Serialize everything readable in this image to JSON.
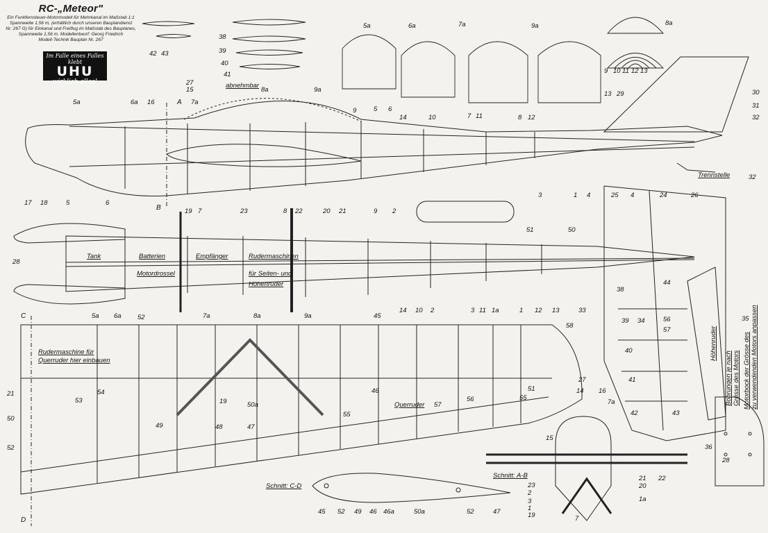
{
  "title": "RC-„Meteor\"",
  "description": [
    "Ein Funkfernsteuer-Motormodell für Mehrkanal im Maßstab 1:1",
    "Spannweite 1,56 m, (erhältlich durch unseren Bauplandienst",
    "Nr. 267 G) für Einkanal und Freiflug im Maßstab des Bauplanes,",
    "Spannweite 1,56 m. Modellentwurf: Georg Friedrich",
    "Modell-Technik Bauplan Nr. 267"
  ],
  "logo": {
    "line1": "Im Falle eines Falles klebt",
    "brand": "UHU",
    "line3": "wirklich alles!"
  },
  "labels": {
    "abnehmbar": "abnehmbar",
    "trennstelle": "Trennstelle",
    "tank": "Tank",
    "batterien": "Batterien",
    "empfaenger": "Empfänger",
    "rudermaschinen": "Rudermaschinen",
    "motordrossel": "Motordrossel",
    "fuer_seiten": "für Seiten- und",
    "hoehenruder_l": "Höhenruder",
    "rudermaschine_fuer": "Rudermaschine für",
    "querruder_hier": "Querruder hier einbauen",
    "querruder": "Querruder",
    "hoehenruder": "Höhenruder",
    "bohrungen1": "Bohrungen je nach",
    "bohrungen2": "Grösse des Motors",
    "motorbock1": "Motorbock der Grösse des",
    "motorbock2": "zu verwendenden Motors anpassen",
    "schnitt_cd": "Schnitt: C-D",
    "schnitt_ab": "Schnitt: A-B"
  },
  "section_letters": {
    "a": "A",
    "b": "B",
    "c": "C",
    "d": "D"
  },
  "part_numbers": {
    "n1": "1",
    "n1a": "1a",
    "n2": "2",
    "n3": "3",
    "n4": "4",
    "n5": "5",
    "n5a": "5a",
    "n6": "6",
    "n6a": "6a",
    "n7": "7",
    "n7a": "7a",
    "n8": "8",
    "n8a": "8a",
    "n9": "9",
    "n9a": "9a",
    "n10": "10",
    "n11": "11",
    "n12": "12",
    "n13": "13",
    "n14": "14",
    "n15": "15",
    "n16": "16",
    "n17": "17",
    "n18": "18",
    "n19": "19",
    "n20": "20",
    "n21": "21",
    "n22": "22",
    "n23": "23",
    "n24": "24",
    "n25": "25",
    "n26": "26",
    "n27": "27",
    "n28": "28",
    "n29": "29",
    "n30": "30",
    "n31": "31",
    "n32": "32",
    "n33": "33",
    "n34": "34",
    "n35": "35",
    "n36": "36",
    "n38": "38",
    "n39": "39",
    "n40": "40",
    "n41": "41",
    "n42": "42",
    "n43": "43",
    "n44": "44",
    "n45": "45",
    "n46": "46",
    "n46a": "46a",
    "n47": "47",
    "n48": "48",
    "n49": "49",
    "n50": "50",
    "n50a": "50a",
    "n51": "51",
    "n52": "52",
    "n53": "53",
    "n54": "54",
    "n55": "55",
    "n56": "56",
    "n57": "57",
    "n58": "58"
  }
}
